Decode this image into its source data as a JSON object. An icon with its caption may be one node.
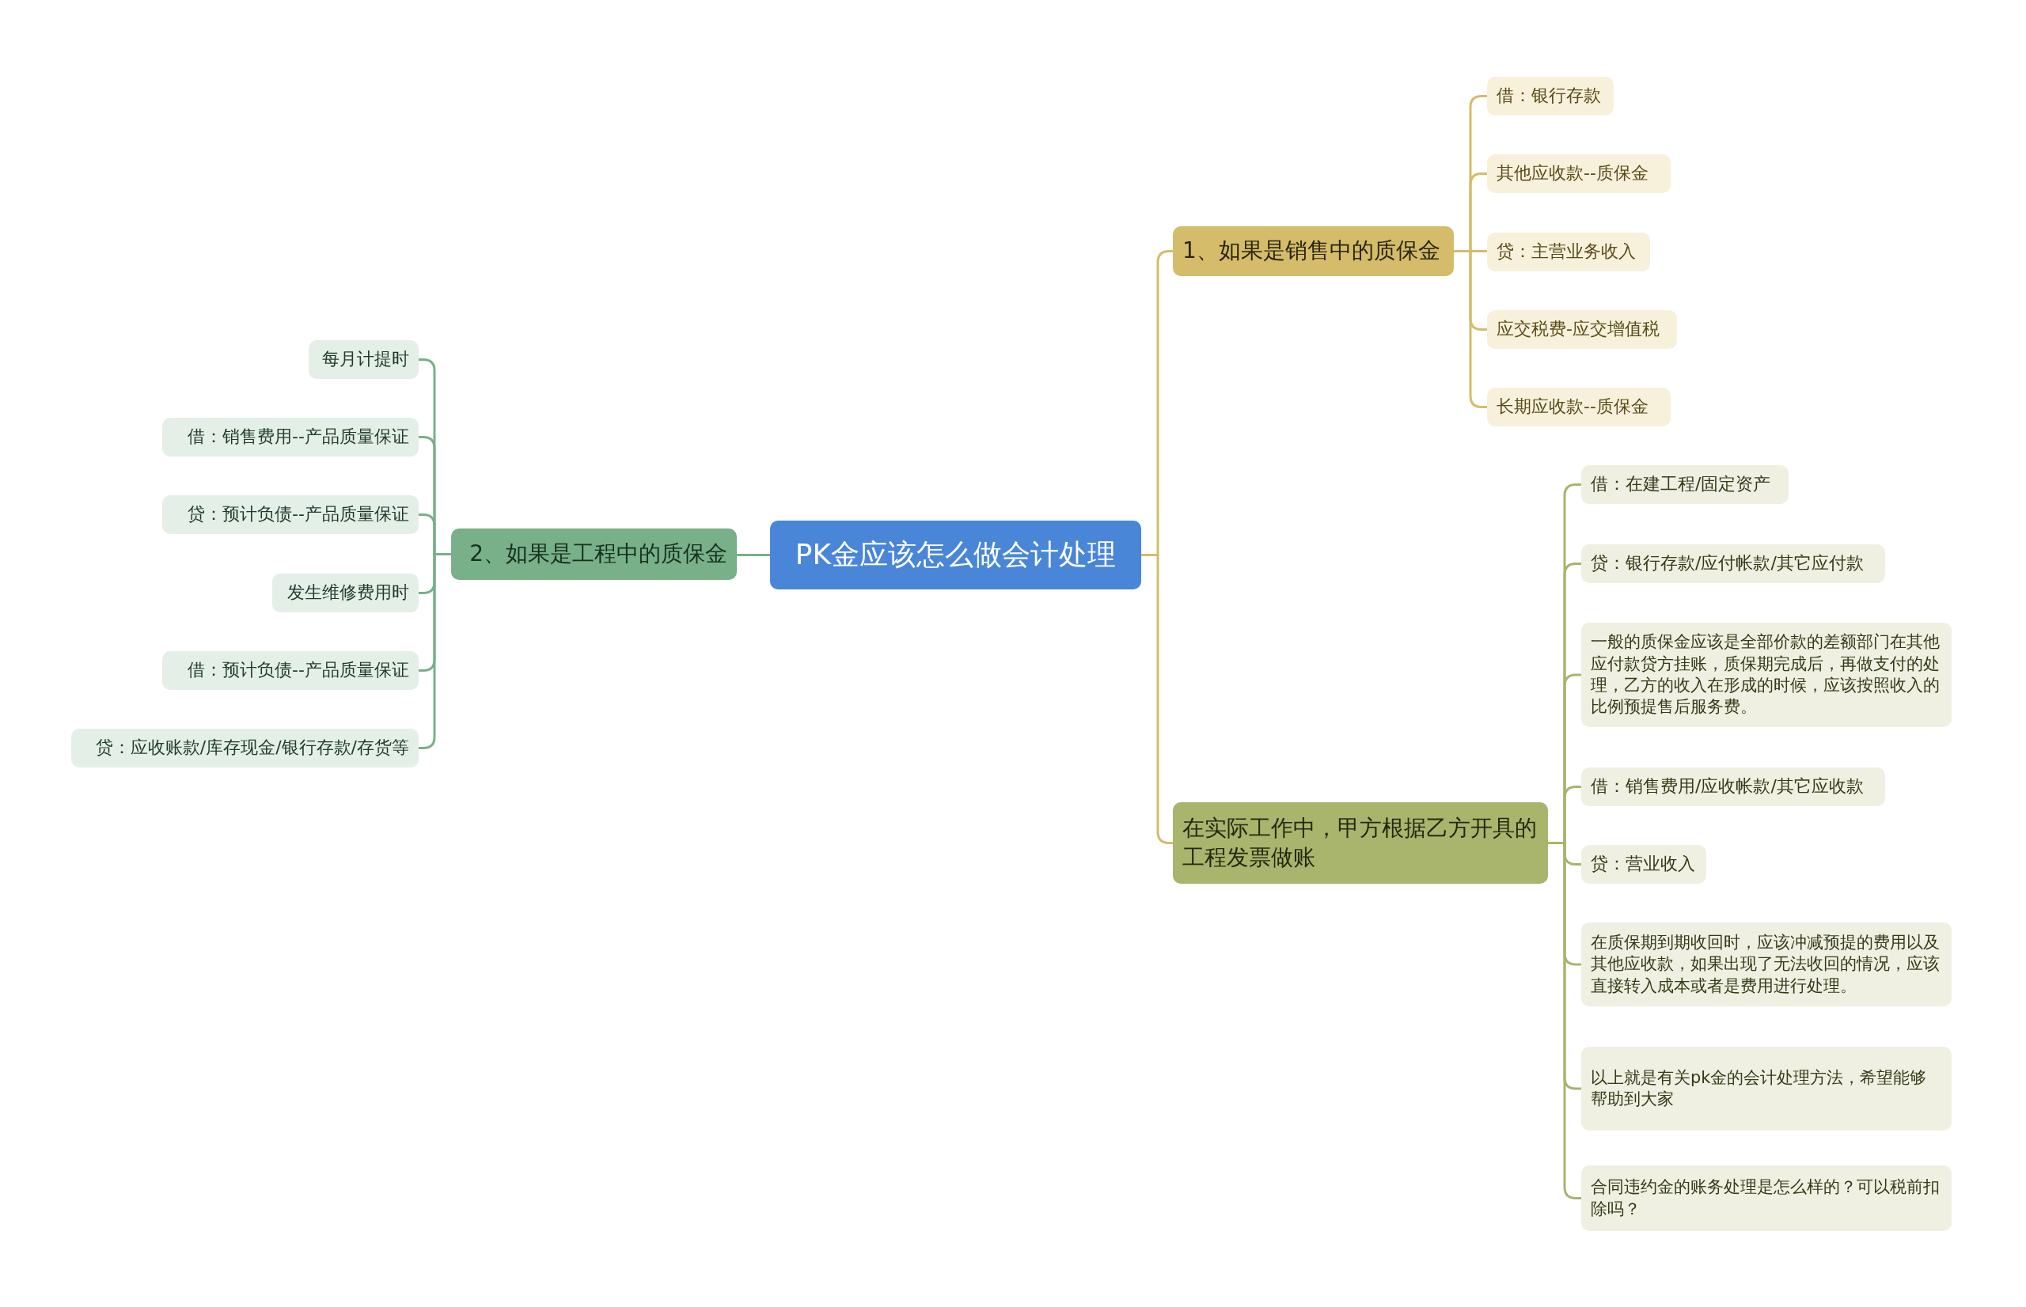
{
  "diagram": {
    "nodes": [
      {
        "text": [
          "PK金应该怎么做会计处理"
        ]
      },
      {
        "text": [
          "1、如果是销售中的质保金"
        ]
      },
      {
        "text": [
          "借：银行存款"
        ]
      },
      {
        "text": [
          "其他应收款--质保金"
        ]
      },
      {
        "text": [
          "贷：主营业务收入"
        ]
      },
      {
        "text": [
          "应交税费-应交增值税"
        ]
      },
      {
        "text": [
          "长期应收款--质保金"
        ]
      },
      {
        "text": [
          "在实际工作中，甲方根据乙方开具的工程发票做账"
        ]
      },
      {
        "text": [
          "借：在建工程/固定资产"
        ]
      },
      {
        "text": [
          "贷：银行存款/应付帐款/其它应付款"
        ]
      },
      {
        "text": [
          "一般的质保金应该是全部价款的差额部门在其他应付款贷方挂账，质保期完成后，再做支付的处理，乙方的收入在形成的时候，应该按照收入的比例预提售后服务费。"
        ]
      },
      {
        "text": [
          "借：销售费用/应收帐款/其它应收款"
        ]
      },
      {
        "text": [
          "贷：营业收入"
        ]
      },
      {
        "text": [
          "在质保期到期收回时，应该冲减预提的费用以及其他应收款，如果出现了无法收回的情况，应该直接转入成本或者是费用进行处理。"
        ]
      },
      {
        "text": [
          "以上就是有关pk金的会计处理方法，希望能够帮助到大家"
        ]
      },
      {
        "text": [
          "合同违约金的账务处理是怎么样的？可以税前扣除吗？"
        ]
      },
      {
        "text": [
          "2、如果是工程中的质保金"
        ]
      },
      {
        "text": [
          "每月计提时"
        ]
      },
      {
        "text": [
          "借：销售费用--产品质量保证"
        ]
      },
      {
        "text": [
          "贷：预计负债--产品质量保证"
        ]
      },
      {
        "text": [
          "发生维修费用时"
        ]
      },
      {
        "text": [
          "借：预计负债--产品质量保证"
        ]
      },
      {
        "text": [
          "贷：应收账款/库存现金/银行存款/存货等"
        ]
      }
    ],
    "edges": [
      {
        "from": 0,
        "to": 1,
        "arrow": "none",
        "color": "#d4bc6a"
      },
      {
        "from": 1,
        "to": 2,
        "arrow": "none",
        "color": "#d4bc6a"
      },
      {
        "from": 1,
        "to": 3,
        "arrow": "none",
        "color": "#d4bc6a"
      },
      {
        "from": 1,
        "to": 4,
        "arrow": "none",
        "color": "#d4bc6a"
      },
      {
        "from": 1,
        "to": 5,
        "arrow": "none",
        "color": "#d4bc6a"
      },
      {
        "from": 1,
        "to": 6,
        "arrow": "none",
        "color": "#d4bc6a"
      },
      {
        "from": 0,
        "to": 7,
        "arrow": "none",
        "color": "#d4bc6a"
      },
      {
        "from": 7,
        "to": 8,
        "arrow": "none",
        "color": "#a9b46c"
      },
      {
        "from": 7,
        "to": 9,
        "arrow": "none",
        "color": "#a9b46c"
      },
      {
        "from": 7,
        "to": 10,
        "arrow": "none",
        "color": "#a9b46c"
      },
      {
        "from": 7,
        "to": 11,
        "arrow": "none",
        "color": "#a9b46c"
      },
      {
        "from": 7,
        "to": 12,
        "arrow": "none",
        "color": "#a9b46c"
      },
      {
        "from": 7,
        "to": 13,
        "arrow": "none",
        "color": "#a9b46c"
      },
      {
        "from": 7,
        "to": 14,
        "arrow": "none",
        "color": "#a9b46c"
      },
      {
        "from": 7,
        "to": 15,
        "arrow": "none",
        "color": "#a9b46c"
      },
      {
        "from": 0,
        "to": 16,
        "arrow": "none",
        "color": "#78b08a"
      },
      {
        "from": 16,
        "to": 17,
        "arrow": "none",
        "color": "#78b08a"
      },
      {
        "from": 16,
        "to": 18,
        "arrow": "none",
        "color": "#78b08a"
      },
      {
        "from": 16,
        "to": 19,
        "arrow": "none",
        "color": "#78b08a"
      },
      {
        "from": 16,
        "to": 20,
        "arrow": "none",
        "color": "#78b08a"
      },
      {
        "from": 16,
        "to": 21,
        "arrow": "none",
        "color": "#78b08a"
      },
      {
        "from": 16,
        "to": 22,
        "arrow": "none",
        "color": "#78b08a"
      }
    ]
  }
}
